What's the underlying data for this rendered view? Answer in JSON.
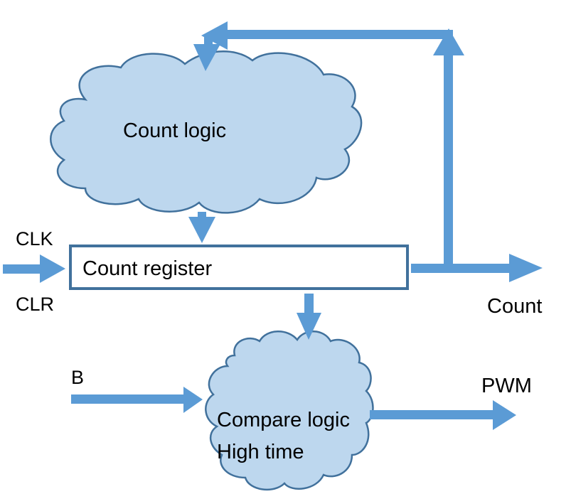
{
  "diagram": {
    "colors": {
      "arrow": "#5b9bd5",
      "cloud_fill": "#bdd7ee",
      "cloud_stroke": "#41719c",
      "box_stroke": "#41719c",
      "text": "#000000"
    },
    "nodes": {
      "count_logic": {
        "label": "Count logic",
        "shape": "cloud"
      },
      "count_register": {
        "label": "Count register",
        "shape": "rectangle"
      },
      "compare_logic": {
        "label_line1": "Compare logic",
        "label_line2": "High time",
        "shape": "cloud"
      }
    },
    "signals": {
      "clk": "CLK",
      "clr": "CLR",
      "count": "Count",
      "b": "B",
      "pwm": "PWM"
    },
    "edges": [
      {
        "from": "CLK/CLR",
        "to": "count_register"
      },
      {
        "from": "count_logic",
        "to": "count_register"
      },
      {
        "from": "count_register",
        "to": "Count"
      },
      {
        "from": "count_register",
        "to": "count_logic",
        "note": "feedback loop"
      },
      {
        "from": "count_register",
        "to": "compare_logic"
      },
      {
        "from": "B",
        "to": "compare_logic"
      },
      {
        "from": "compare_logic",
        "to": "PWM"
      }
    ]
  }
}
